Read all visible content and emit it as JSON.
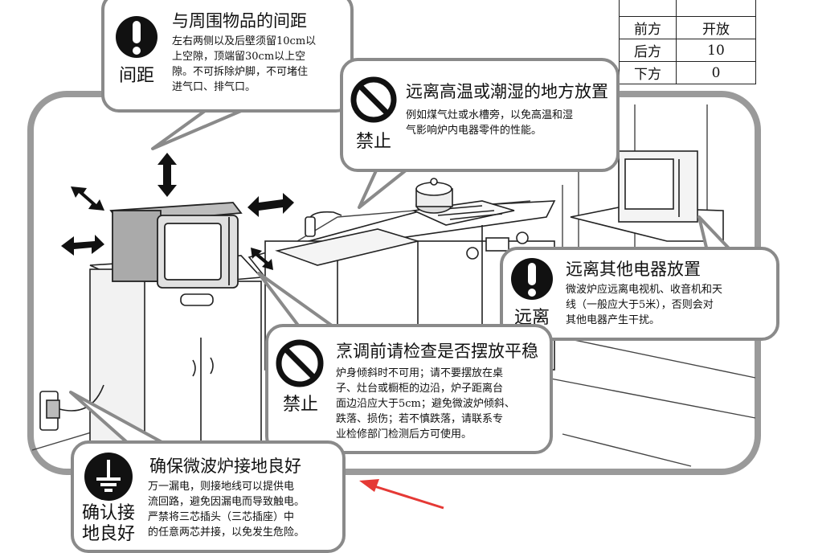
{
  "spec_table": {
    "rows": [
      {
        "position": "",
        "value": ""
      },
      {
        "position": "前方",
        "value": "开放"
      },
      {
        "position": "后方",
        "value": "10"
      },
      {
        "position": "下方",
        "value": "0"
      }
    ]
  },
  "callouts": {
    "spacing": {
      "icon": "exclamation-icon",
      "icon_label": "间距",
      "title": "与周围物品的间距",
      "body_lines": [
        "左右两侧以及后壁须留10cm以",
        "上空隙，顶端留30cm以上空",
        "隙。不可拆除炉脚，不可堵住",
        "进气口、排气口。"
      ]
    },
    "heat": {
      "icon": "prohibited-icon",
      "icon_label": "禁止",
      "title": "远离高温或潮湿的地方放置",
      "body_lines": [
        "例如煤气灶或水槽旁，以免高温和湿",
        "气影响炉内电器零件的性能。"
      ]
    },
    "appliances": {
      "icon": "exclamation-icon",
      "icon_label": "远离",
      "title": "远离其他电器放置",
      "body_lines": [
        "微波炉应远离电视机、收音机和天",
        "线（一般应大于5米），否则会对",
        "其他电器产生干扰。"
      ]
    },
    "level": {
      "icon": "prohibited-icon",
      "icon_label": "禁止",
      "title": "烹调前请检查是否摆放平稳",
      "body_lines": [
        "炉身倾斜时不可用；请不要摆放在桌",
        "子、灶台或橱柜的边沿，炉子距离台",
        "面边沿应大于5cm；避免微波炉倾斜、",
        "跌落、损伤；若不慎跌落，请联系专",
        "业检修部门检测后方可使用。"
      ]
    },
    "ground": {
      "icon": "ground-icon",
      "icon_label_lines": [
        "确认接",
        "地良好"
      ],
      "title": "确保微波炉接地良好",
      "body_lines": [
        "万一漏电，则接地线可以提供电",
        "流回路，避免因漏电而导致触电。",
        "严禁将三芯插头（三芯插座）中",
        "的任意两芯并接，以免发生危险。"
      ]
    }
  },
  "colors": {
    "frame": "#8a8a8a",
    "icon": "#111111",
    "arrow": "#e53935"
  }
}
